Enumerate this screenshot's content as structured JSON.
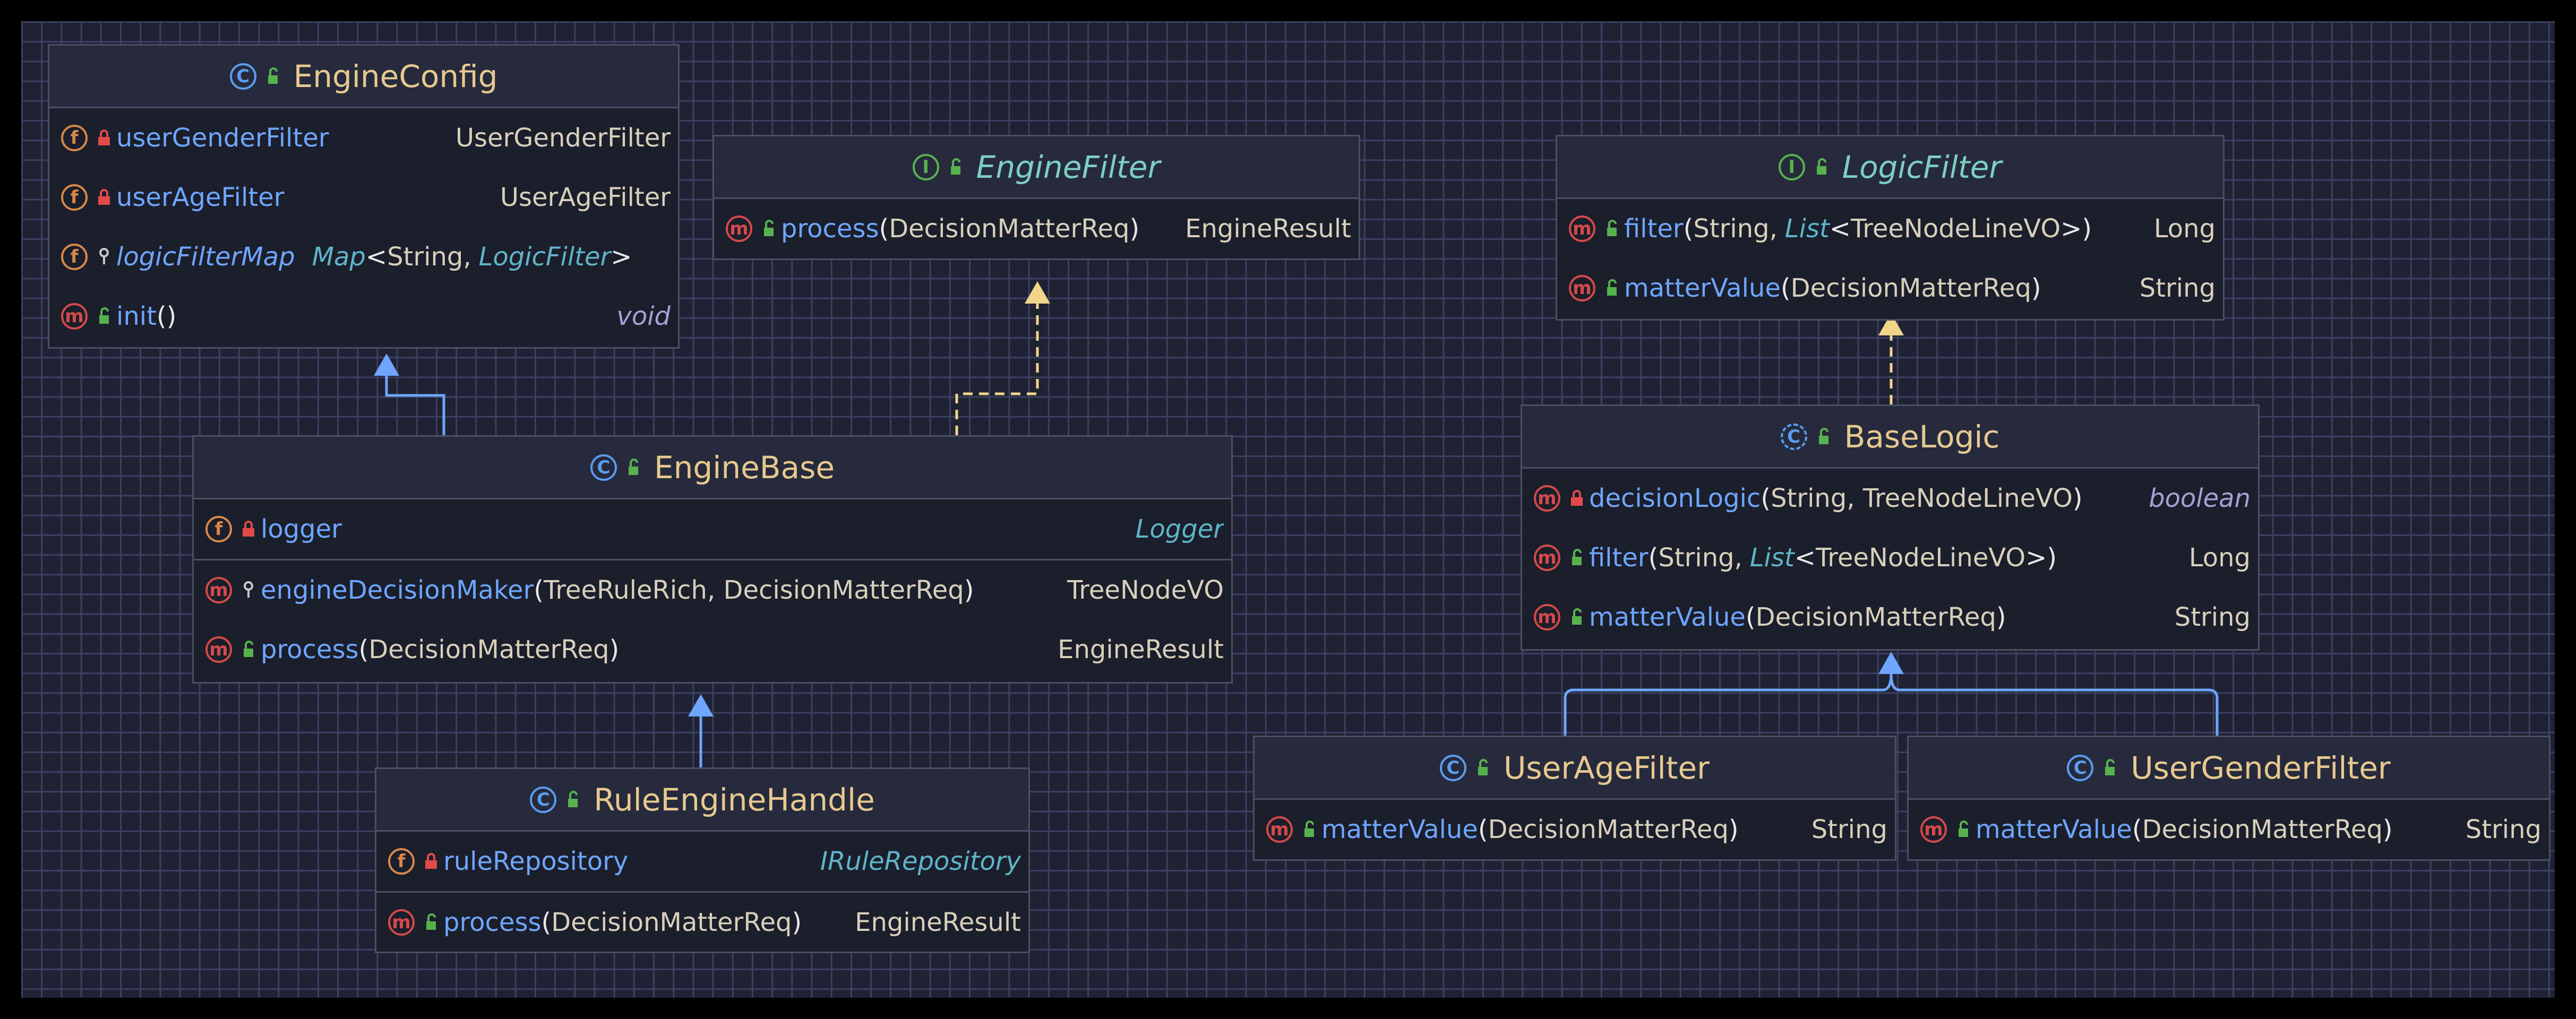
{
  "classes": {
    "engine_config": {
      "name": "EngineConfig",
      "kind": "class",
      "members": [
        {
          "kind": "f",
          "visibility": "private",
          "name": "userGenderFilter",
          "return": "UserGenderFilter"
        },
        {
          "kind": "f",
          "visibility": "private",
          "name": "userAgeFilter",
          "return": "UserAgeFilter"
        },
        {
          "kind": "f",
          "visibility": "package",
          "name": "logicFilterMap",
          "map_type": "Map",
          "open": "<",
          "param1": "String,",
          "param2": "LogicFilter",
          "close": ">"
        },
        {
          "kind": "m",
          "visibility": "public",
          "name": "init",
          "paren": "()",
          "return": "void"
        }
      ]
    },
    "engine_filter": {
      "name": "EngineFilter",
      "kind": "interface",
      "members": [
        {
          "kind": "m",
          "visibility": "public",
          "name": "process",
          "open": "(",
          "params": "DecisionMatterReq",
          "close": ")",
          "return": "EngineResult"
        }
      ]
    },
    "logic_filter": {
      "name": "LogicFilter",
      "kind": "interface",
      "members": [
        {
          "kind": "m",
          "visibility": "public",
          "name": "filter",
          "open": "(",
          "params1": "String,",
          "params2": "List",
          "params3": "<",
          "params4": "TreeNodeLineVO",
          "params5": ">",
          "close": ")",
          "return": "Long"
        },
        {
          "kind": "m",
          "visibility": "public",
          "name": "matterValue",
          "open": "(",
          "params": "DecisionMatterReq",
          "close": ")",
          "return": "String"
        }
      ]
    },
    "engine_base": {
      "name": "EngineBase",
      "kind": "class",
      "members": [
        {
          "kind": "f",
          "visibility": "private",
          "name": "logger",
          "return": "Logger"
        },
        {
          "kind": "m",
          "visibility": "package",
          "name": "engineDecisionMaker",
          "open": "(",
          "params": "TreeRuleRich, DecisionMatterReq",
          "close": ")",
          "return": "TreeNodeVO"
        },
        {
          "kind": "m",
          "visibility": "public",
          "name": "process",
          "open": "(",
          "params": "DecisionMatterReq",
          "close": ")",
          "return": "EngineResult"
        }
      ]
    },
    "base_logic": {
      "name": "BaseLogic",
      "kind": "abstract",
      "members": [
        {
          "kind": "m",
          "visibility": "private",
          "name": "decisionLogic",
          "open": "(",
          "params": "String, TreeNodeLineVO",
          "close": ")",
          "return": "boolean"
        },
        {
          "kind": "m",
          "visibility": "public",
          "name": "filter",
          "open": "(",
          "params1": "String,",
          "params2": "List",
          "params3": "<",
          "params4": "TreeNodeLineVO",
          "params5": ">",
          "close": ")",
          "return": "Long"
        },
        {
          "kind": "m",
          "visibility": "public",
          "name": "matterValue",
          "open": "(",
          "params": "DecisionMatterReq",
          "close": ")",
          "return": "String"
        }
      ]
    },
    "rule_engine_handle": {
      "name": "RuleEngineHandle",
      "kind": "class",
      "members": [
        {
          "kind": "f",
          "visibility": "private",
          "name": "ruleRepository",
          "return": "IRuleRepository"
        },
        {
          "kind": "m",
          "visibility": "public",
          "name": "process",
          "open": "(",
          "params": "DecisionMatterReq",
          "close": ")",
          "return": "EngineResult"
        }
      ]
    },
    "user_age_filter": {
      "name": "UserAgeFilter",
      "kind": "class",
      "members": [
        {
          "kind": "m",
          "visibility": "public",
          "name": "matterValue",
          "open": "(",
          "params": "DecisionMatterReq",
          "close": ")",
          "return": "String"
        }
      ]
    },
    "user_gender_filter": {
      "name": "UserGenderFilter",
      "kind": "class",
      "members": [
        {
          "kind": "m",
          "visibility": "public",
          "name": "matterValue",
          "open": "(",
          "params": "DecisionMatterReq",
          "close": ")",
          "return": "String"
        }
      ]
    }
  },
  "badges": {
    "field": "f",
    "method": "m",
    "class": "C",
    "interface": "I"
  },
  "relations": [
    {
      "from": "EngineBase",
      "to": "EngineConfig",
      "type": "extends"
    },
    {
      "from": "EngineBase",
      "to": "EngineFilter",
      "type": "implements"
    },
    {
      "from": "RuleEngineHandle",
      "to": "EngineBase",
      "type": "extends"
    },
    {
      "from": "BaseLogic",
      "to": "LogicFilter",
      "type": "implements"
    },
    {
      "from": "UserAgeFilter",
      "to": "BaseLogic",
      "type": "extends"
    },
    {
      "from": "UserGenderFilter",
      "to": "BaseLogic",
      "type": "extends"
    }
  ],
  "colors": {
    "background": "#1f2233",
    "grid": "#3c4062",
    "box": "#1b1e2b",
    "header": "#262a3c",
    "extends_edge": "#6ea6ff",
    "implements_edge": "#f0d58a",
    "class_name": "#e6c98f",
    "interface_name": "#7dcfc2"
  }
}
